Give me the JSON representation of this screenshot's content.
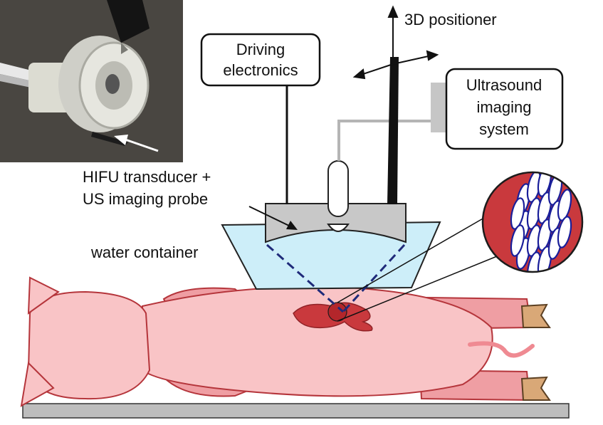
{
  "labels": {
    "positioner": "3D positioner",
    "driving_line1": "Driving",
    "driving_line2": "electronics",
    "us_line1": "Ultrasound",
    "us_line2": "imaging",
    "us_line3": "system",
    "transducer_line1": "HIFU transducer +",
    "transducer_line2": "US imaging probe",
    "water": "water container"
  },
  "colors": {
    "skin": "#f9c4c6",
    "skin_outline": "#b5353b",
    "leg": "#ef9ea3",
    "organ": "#c9393d",
    "lesion": "#b3262b",
    "water": "#cdeef9",
    "transducer": "#c8c8c8",
    "table": "#bdbdbd",
    "hoof": "#d9a877",
    "ellipse_fill": "#ffffff",
    "ellipse_stroke": "#1a1f9a",
    "focus_dash": "#1f2a7a",
    "cable_gray": "#b5b5b5"
  }
}
